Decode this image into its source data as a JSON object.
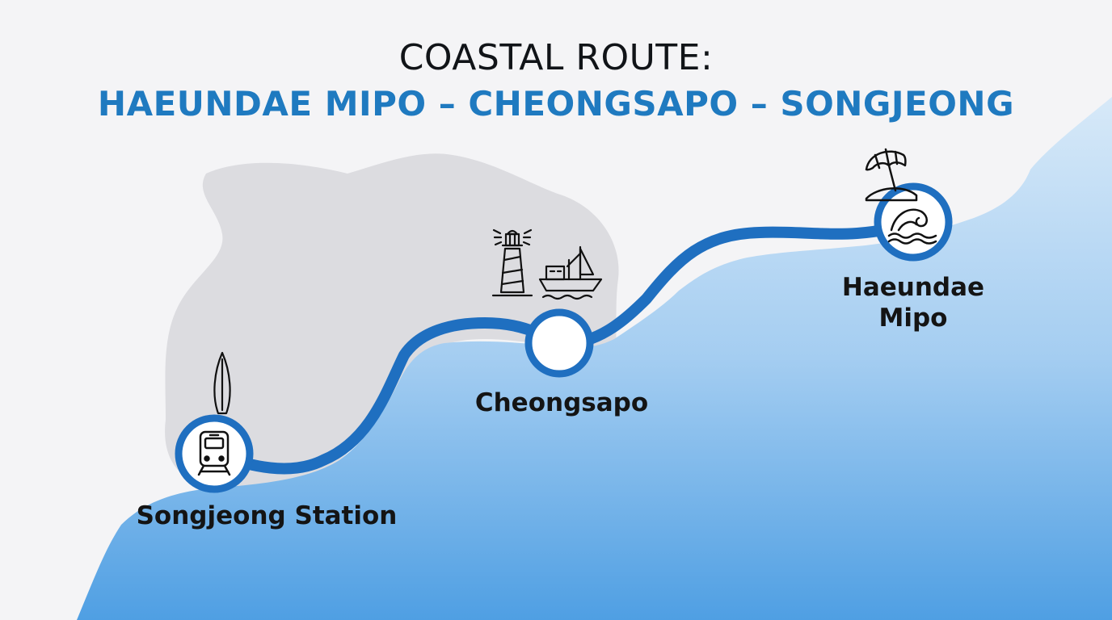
{
  "title": {
    "line1": "COASTAL ROUTE:",
    "line2": "HAEUNDAE MIPO – CHEONGSAPO – SONGJEONG"
  },
  "stops": {
    "haeundae": {
      "label_line1": "Haeundae",
      "label_line2": "Mipo",
      "icon": "wave-icon",
      "landmark_icon": "beach-umbrella-icon"
    },
    "cheongsapo": {
      "label": "Cheongsapo",
      "landmark_icons": [
        "lighthouse-icon",
        "fishing-boat-icon"
      ]
    },
    "songjeong": {
      "label": "Songjeong Station",
      "icon": "train-icon",
      "landmark_icon": "surfboard-icon"
    }
  },
  "colors": {
    "route": "#1f6fc0",
    "sea_light": "#cfe4f6",
    "sea_dark": "#5aa6e6",
    "land": "#dcdce0",
    "background": "#f4f4f6",
    "title_accent": "#1f7ac0"
  }
}
